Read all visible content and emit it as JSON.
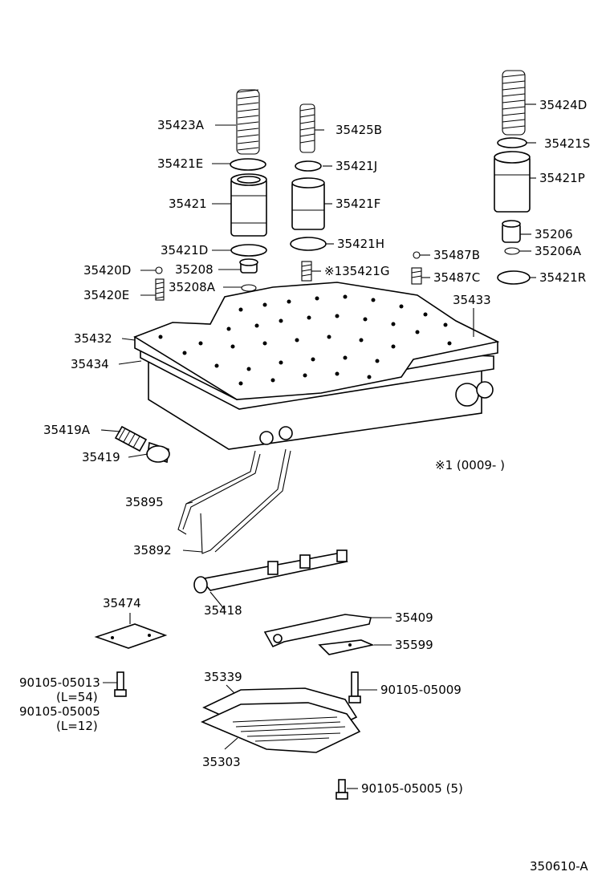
{
  "callouts": [
    {
      "id": "c-35423a",
      "text": "35423A"
    },
    {
      "id": "c-35425b",
      "text": "35425B"
    },
    {
      "id": "c-35424d",
      "text": "35424D"
    },
    {
      "id": "c-35421s",
      "text": "35421S"
    },
    {
      "id": "c-35421e",
      "text": "35421E"
    },
    {
      "id": "c-35421j",
      "text": "35421J"
    },
    {
      "id": "c-35421",
      "text": "35421"
    },
    {
      "id": "c-35421f",
      "text": "35421F"
    },
    {
      "id": "c-35421p",
      "text": "35421P"
    },
    {
      "id": "c-35206",
      "text": "35206"
    },
    {
      "id": "c-35421d",
      "text": "35421D"
    },
    {
      "id": "c-35421h",
      "text": "35421H"
    },
    {
      "id": "c-35206a",
      "text": "35206A"
    },
    {
      "id": "c-35487b",
      "text": "35487B"
    },
    {
      "id": "c-35420d",
      "text": "35420D"
    },
    {
      "id": "c-35208",
      "text": "35208"
    },
    {
      "id": "c-35421g",
      "text": "※135421G"
    },
    {
      "id": "c-35487c",
      "text": "35487C"
    },
    {
      "id": "c-35421r",
      "text": "35421R"
    },
    {
      "id": "c-35420e",
      "text": "35420E"
    },
    {
      "id": "c-35208a",
      "text": "35208A"
    },
    {
      "id": "c-35433",
      "text": "35433"
    },
    {
      "id": "c-35432",
      "text": "35432"
    },
    {
      "id": "c-35434",
      "text": "35434"
    },
    {
      "id": "c-35419a",
      "text": "35419A"
    },
    {
      "id": "c-35419",
      "text": "35419"
    },
    {
      "id": "c-note",
      "text": "※1 (0009-        )"
    },
    {
      "id": "c-35895",
      "text": "35895"
    },
    {
      "id": "c-35892",
      "text": "35892"
    },
    {
      "id": "c-35418",
      "text": "35418"
    },
    {
      "id": "c-35474",
      "text": "35474"
    },
    {
      "id": "c-35409",
      "text": "35409"
    },
    {
      "id": "c-35599",
      "text": "35599"
    },
    {
      "id": "c-bolt-05013",
      "text": "90105-05013"
    },
    {
      "id": "c-l54",
      "text": "(L=54)"
    },
    {
      "id": "c-bolt-05005a",
      "text": "90105-05005"
    },
    {
      "id": "c-l12",
      "text": "(L=12)"
    },
    {
      "id": "c-35339",
      "text": "35339"
    },
    {
      "id": "c-bolt-05009",
      "text": "90105-05009"
    },
    {
      "id": "c-35303",
      "text": "35303"
    },
    {
      "id": "c-bolt-05005b",
      "text": "90105-05005 (5)"
    },
    {
      "id": "c-figure",
      "text": "350610-A"
    }
  ]
}
